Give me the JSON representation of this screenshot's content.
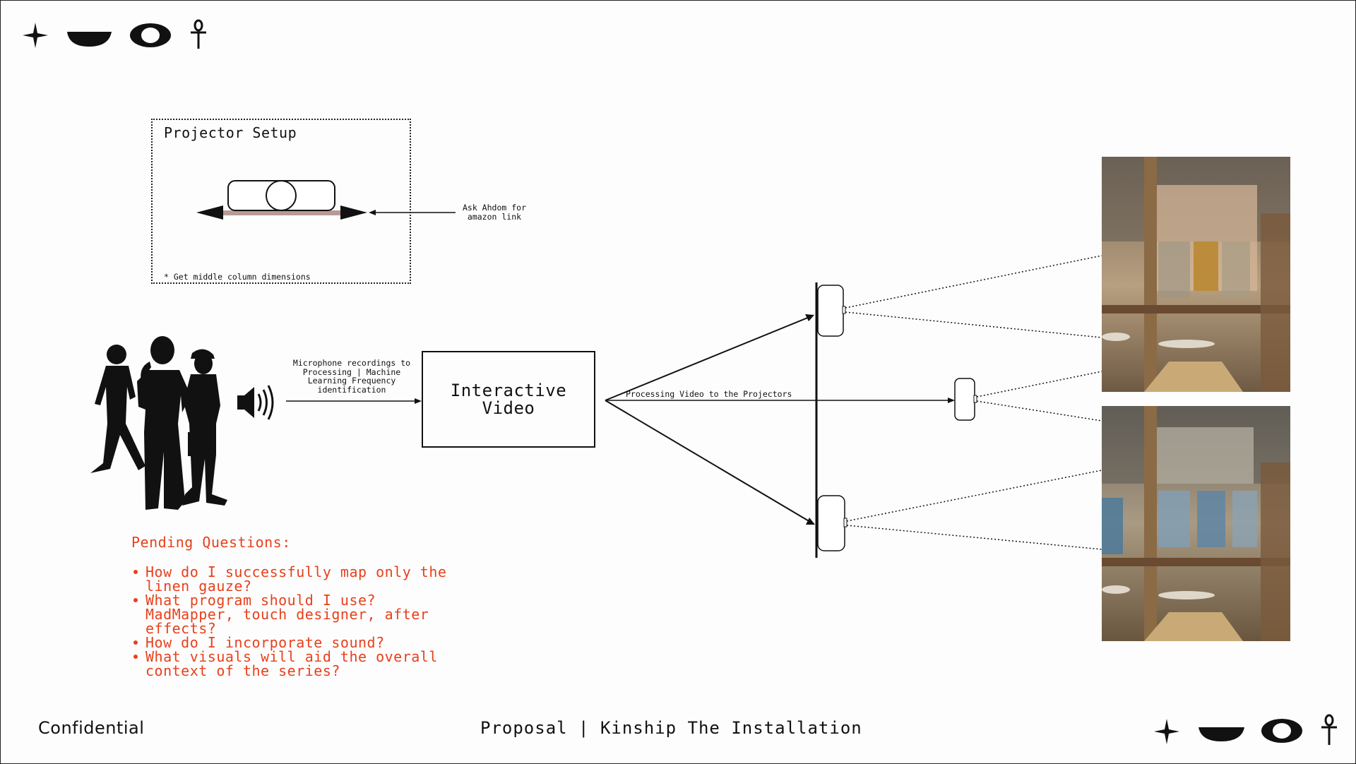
{
  "header": {
    "icons": [
      "star-icon",
      "bowl-icon",
      "eye-icon",
      "ankh-icon"
    ]
  },
  "projector_setup": {
    "title": "Projector Setup",
    "note": "* Get middle column dimensions",
    "callout": "Ask Ahdom for amazon link"
  },
  "flow": {
    "mic_label": "Microphone recordings to Processing | Machine Learning Frequency identification",
    "box_label": "Interactive Video",
    "projector_label": "Processing Video to the Projectors"
  },
  "pending": {
    "title": "Pending Questions:",
    "items": [
      "How do I successfully map only the linen gauze?",
      "What program should I use? MadMapper, touch designer, after effects?",
      "How do I incorporate sound?",
      "What visuals will aid the overall context of the series?"
    ]
  },
  "footer": {
    "left": "Confidential",
    "center": "Proposal | Kinship The Installation",
    "icons": [
      "star-icon",
      "bowl-icon",
      "eye-icon",
      "ankh-icon"
    ]
  },
  "colors": {
    "accent": "#e8401c",
    "ink": "#111111",
    "background": "#fdfdfd",
    "rail": "#b79a95"
  }
}
